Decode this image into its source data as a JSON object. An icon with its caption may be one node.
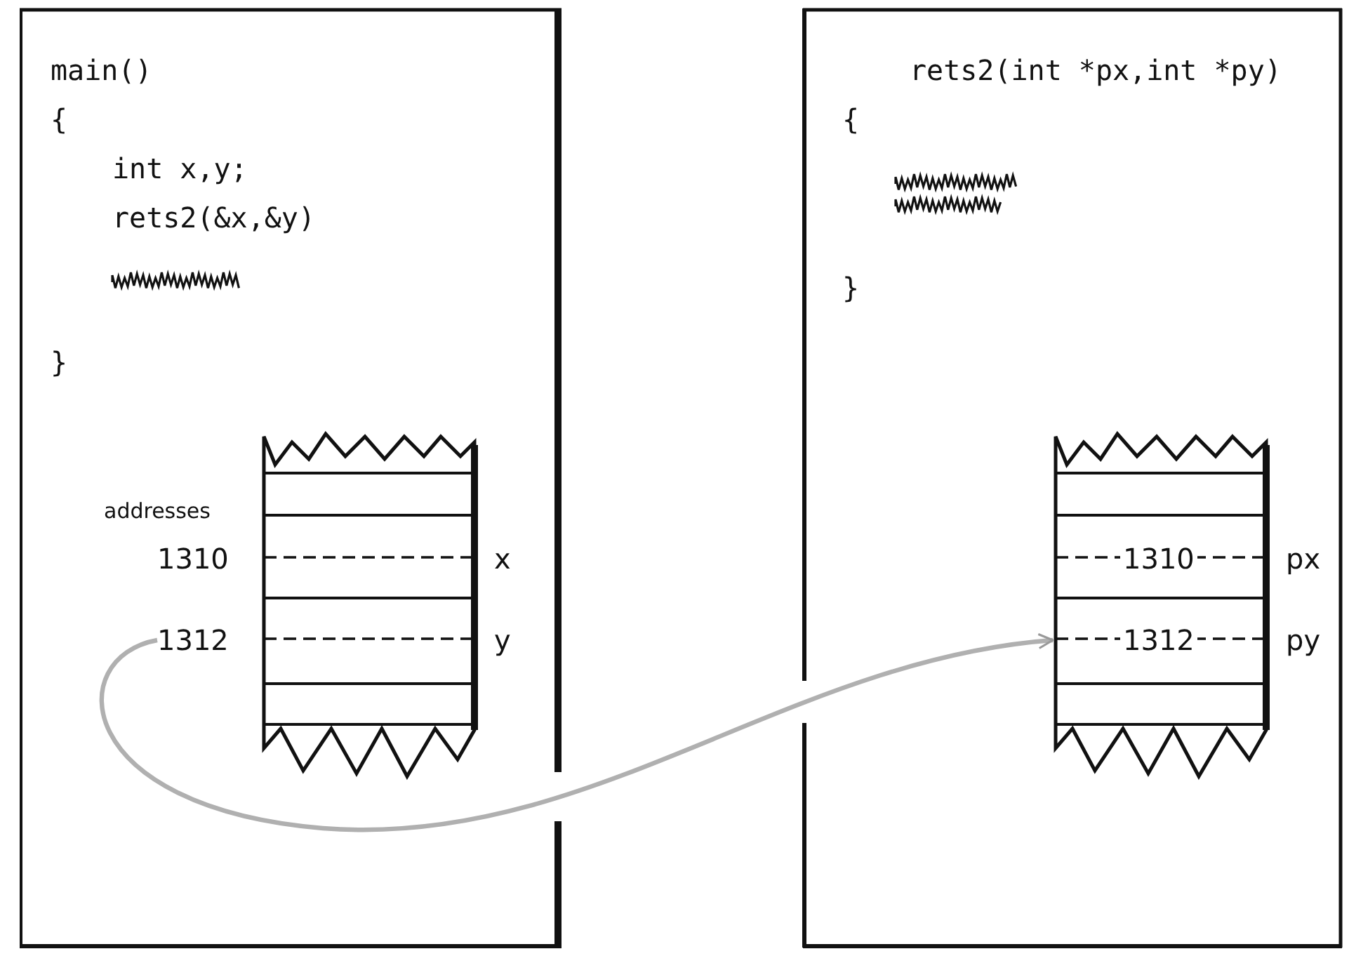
{
  "diagram": {
    "nodes": [
      {
        "text": [
          "main()",
          "{",
          "int x,y;",
          "rets2(&x,&y)",
          "}"
        ]
      },
      {
        "text": [],
        "shape": "box",
        "in": 0
      },
      {
        "text": [
          "1312"
        ],
        "in": 0
      },
      {
        "text": [
          "rets2(int *px,int *py)",
          "{",
          "}"
        ]
      },
      {
        "text": [],
        "shape": "box",
        "in": 3
      }
    ],
    "edges": [
      {
        "from": 2,
        "to": 4,
        "arrow": "to"
      }
    ],
    "labels": [
      "addresses",
      "1310",
      "x",
      "y",
      "1310",
      "px",
      "1312",
      "py"
    ]
  }
}
